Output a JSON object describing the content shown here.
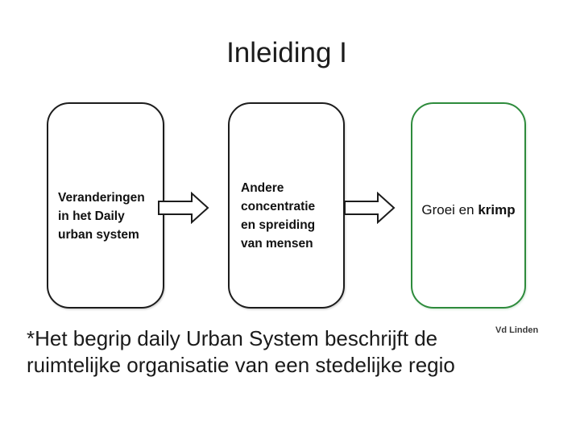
{
  "slide": {
    "title": "Inleiding I",
    "flow_boxes": [
      {
        "lines": [
          "Veranderingen",
          "in het Daily",
          "urban system"
        ]
      },
      {
        "lines": [
          "Andere",
          "concentratie",
          "en spreiding",
          "van mensen"
        ]
      },
      {
        "regular": "Groei en ",
        "bold": "krimp"
      }
    ],
    "footnote": {
      "lines": [
        "*Het begrip daily Urban System beschrijft de",
        "ruimtelijke organisatie van een stedelijke regio"
      ]
    },
    "credit": "Vd Linden",
    "colors": {
      "box_border": "#1c1c1c",
      "highlight_box_border": "#2e8b3c",
      "text": "#1a1a1a",
      "background": "#ffffff"
    }
  }
}
